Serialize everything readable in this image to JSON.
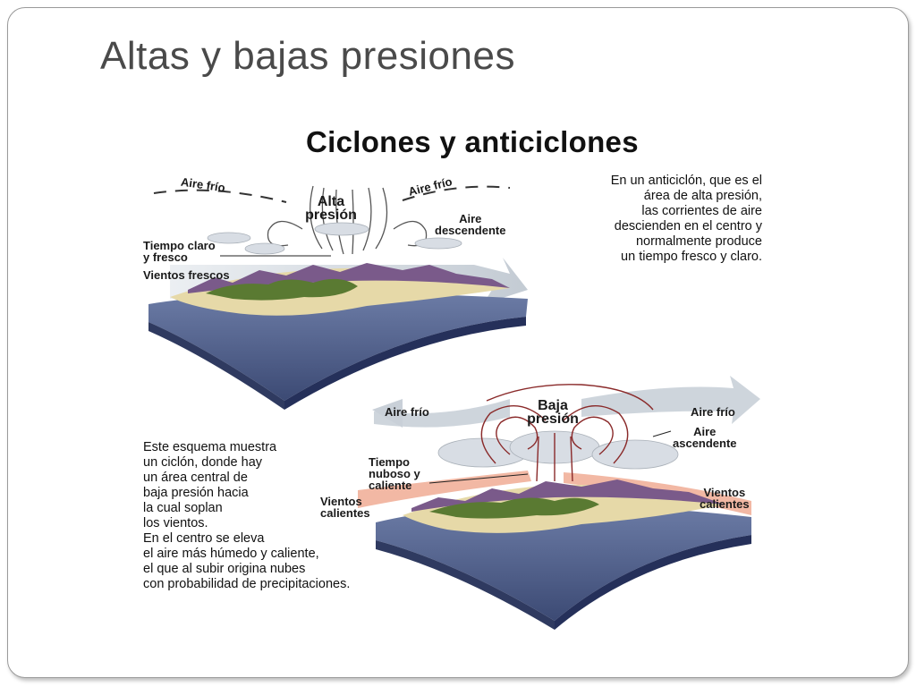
{
  "slide": {
    "title": "Altas y bajas presiones"
  },
  "diagram": {
    "title": "Ciclones y anticiclones",
    "anticyclone": {
      "description": "En un anticiclón, que es el\nárea de alta presión,\nlas corrientes de aire\ndescienden en el centro y\nnormalmente produce\nun tiempo fresco y claro.",
      "labels": {
        "cold_air_left": "Aire frío",
        "cold_air_right": "Aire frío",
        "high_pressure": "Alta\npresión",
        "descending_air": "Aire\ndescendente",
        "clear_weather": "Tiempo claro\ny fresco",
        "cool_winds": "Vientos frescos"
      }
    },
    "cyclone": {
      "description": "Este esquema muestra\nun ciclón, donde hay\nun área central de\nbaja presión hacia\nla cual soplan\nlos vientos.\nEn el centro se eleva\nel aire más húmedo y caliente,\nel que al subir origina nubes\ncon probabilidad de precipitaciones.",
      "labels": {
        "cold_air_left": "Aire frío",
        "cold_air_right": "Aire frío",
        "low_pressure": "Baja\npresión",
        "ascending_air": "Aire\nascendente",
        "cloudy_weather": "Tiempo\nnuboso y\ncaliente",
        "warm_winds_left": "Vientos\ncalientes",
        "warm_winds_right": "Vientos\ncalientes"
      }
    },
    "colors": {
      "ocean": "#4a5a86",
      "ocean_dark": "#2f3a60",
      "land": "#e6d9a8",
      "vegetation": "#5a7a32",
      "mountains": "#7a5a8a",
      "air_arrow": "#c9d0d8",
      "warm_band": "#f2b8a4",
      "vortex_line": "#8a2a2a"
    }
  }
}
